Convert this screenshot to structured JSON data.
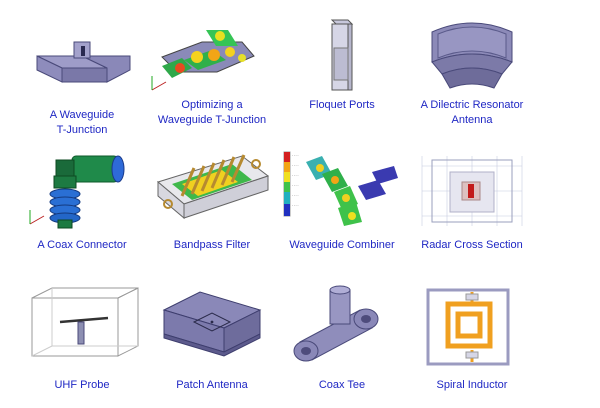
{
  "gallery": {
    "items": [
      {
        "line1": "A Waveguide",
        "line2": "T-Junction",
        "icon": "waveguide-tjunction-icon"
      },
      {
        "line1": "Optimizing a",
        "line2": "Waveguide T-Junction",
        "icon": "waveguide-field-plot-icon"
      },
      {
        "line1": "Floquet  Ports",
        "line2": "",
        "icon": "floquet-ports-icon"
      },
      {
        "line1": "A Dilectric Resonator",
        "line2": "Antenna",
        "icon": "dielectric-resonator-icon"
      },
      {
        "line1": "A Coax Connector",
        "line2": "",
        "icon": "coax-connector-icon"
      },
      {
        "line1": "Bandpass Filter",
        "line2": "",
        "icon": "bandpass-filter-icon"
      },
      {
        "line1": "Waveguide Combiner",
        "line2": "",
        "icon": "waveguide-combiner-icon"
      },
      {
        "line1": "Radar Cross Section",
        "line2": "",
        "icon": "radar-cross-section-icon"
      },
      {
        "line1": "UHF Probe",
        "line2": "",
        "icon": "uhf-probe-icon"
      },
      {
        "line1": "Patch Antenna",
        "line2": "",
        "icon": "patch-antenna-icon"
      },
      {
        "line1": "Coax Tee",
        "line2": "",
        "icon": "coax-tee-icon"
      },
      {
        "line1": "Spiral Inductor",
        "line2": "",
        "icon": "spiral-inductor-icon"
      }
    ],
    "colors": {
      "link": "#1f27c4",
      "model_fill": "#8a88b8",
      "model_edge": "#4a4a7a"
    }
  }
}
